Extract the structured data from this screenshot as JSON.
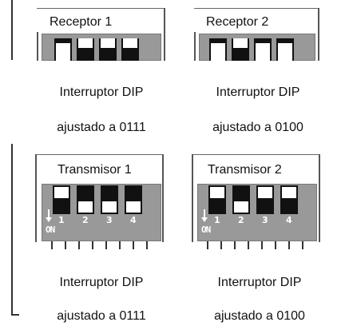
{
  "receivers": [
    {
      "title": "Receptor 1",
      "caption_line1": "Interruptor DIP",
      "caption_line2": "ajustado a 0111"
    },
    {
      "title": "Receptor 2",
      "caption_line1": "Interruptor DIP",
      "caption_line2": "ajustado a 0100"
    }
  ],
  "transmitters": [
    {
      "title": "Transmisor 1",
      "caption_line1": "Interruptor DIP",
      "caption_line2": "ajustado a 0111",
      "switches": [
        0,
        1,
        1,
        1
      ]
    },
    {
      "title": "Transmisor 2",
      "caption_line1": "Interruptor DIP",
      "caption_line2": "ajustado a 0100",
      "switches": [
        0,
        1,
        0,
        0
      ]
    }
  ],
  "switch_numbers": [
    "1",
    "2",
    "3",
    "4"
  ],
  "on_label": "ON",
  "colors": {
    "switch_body": "#999999",
    "slot": "#111111",
    "knob": "#ffffff"
  }
}
